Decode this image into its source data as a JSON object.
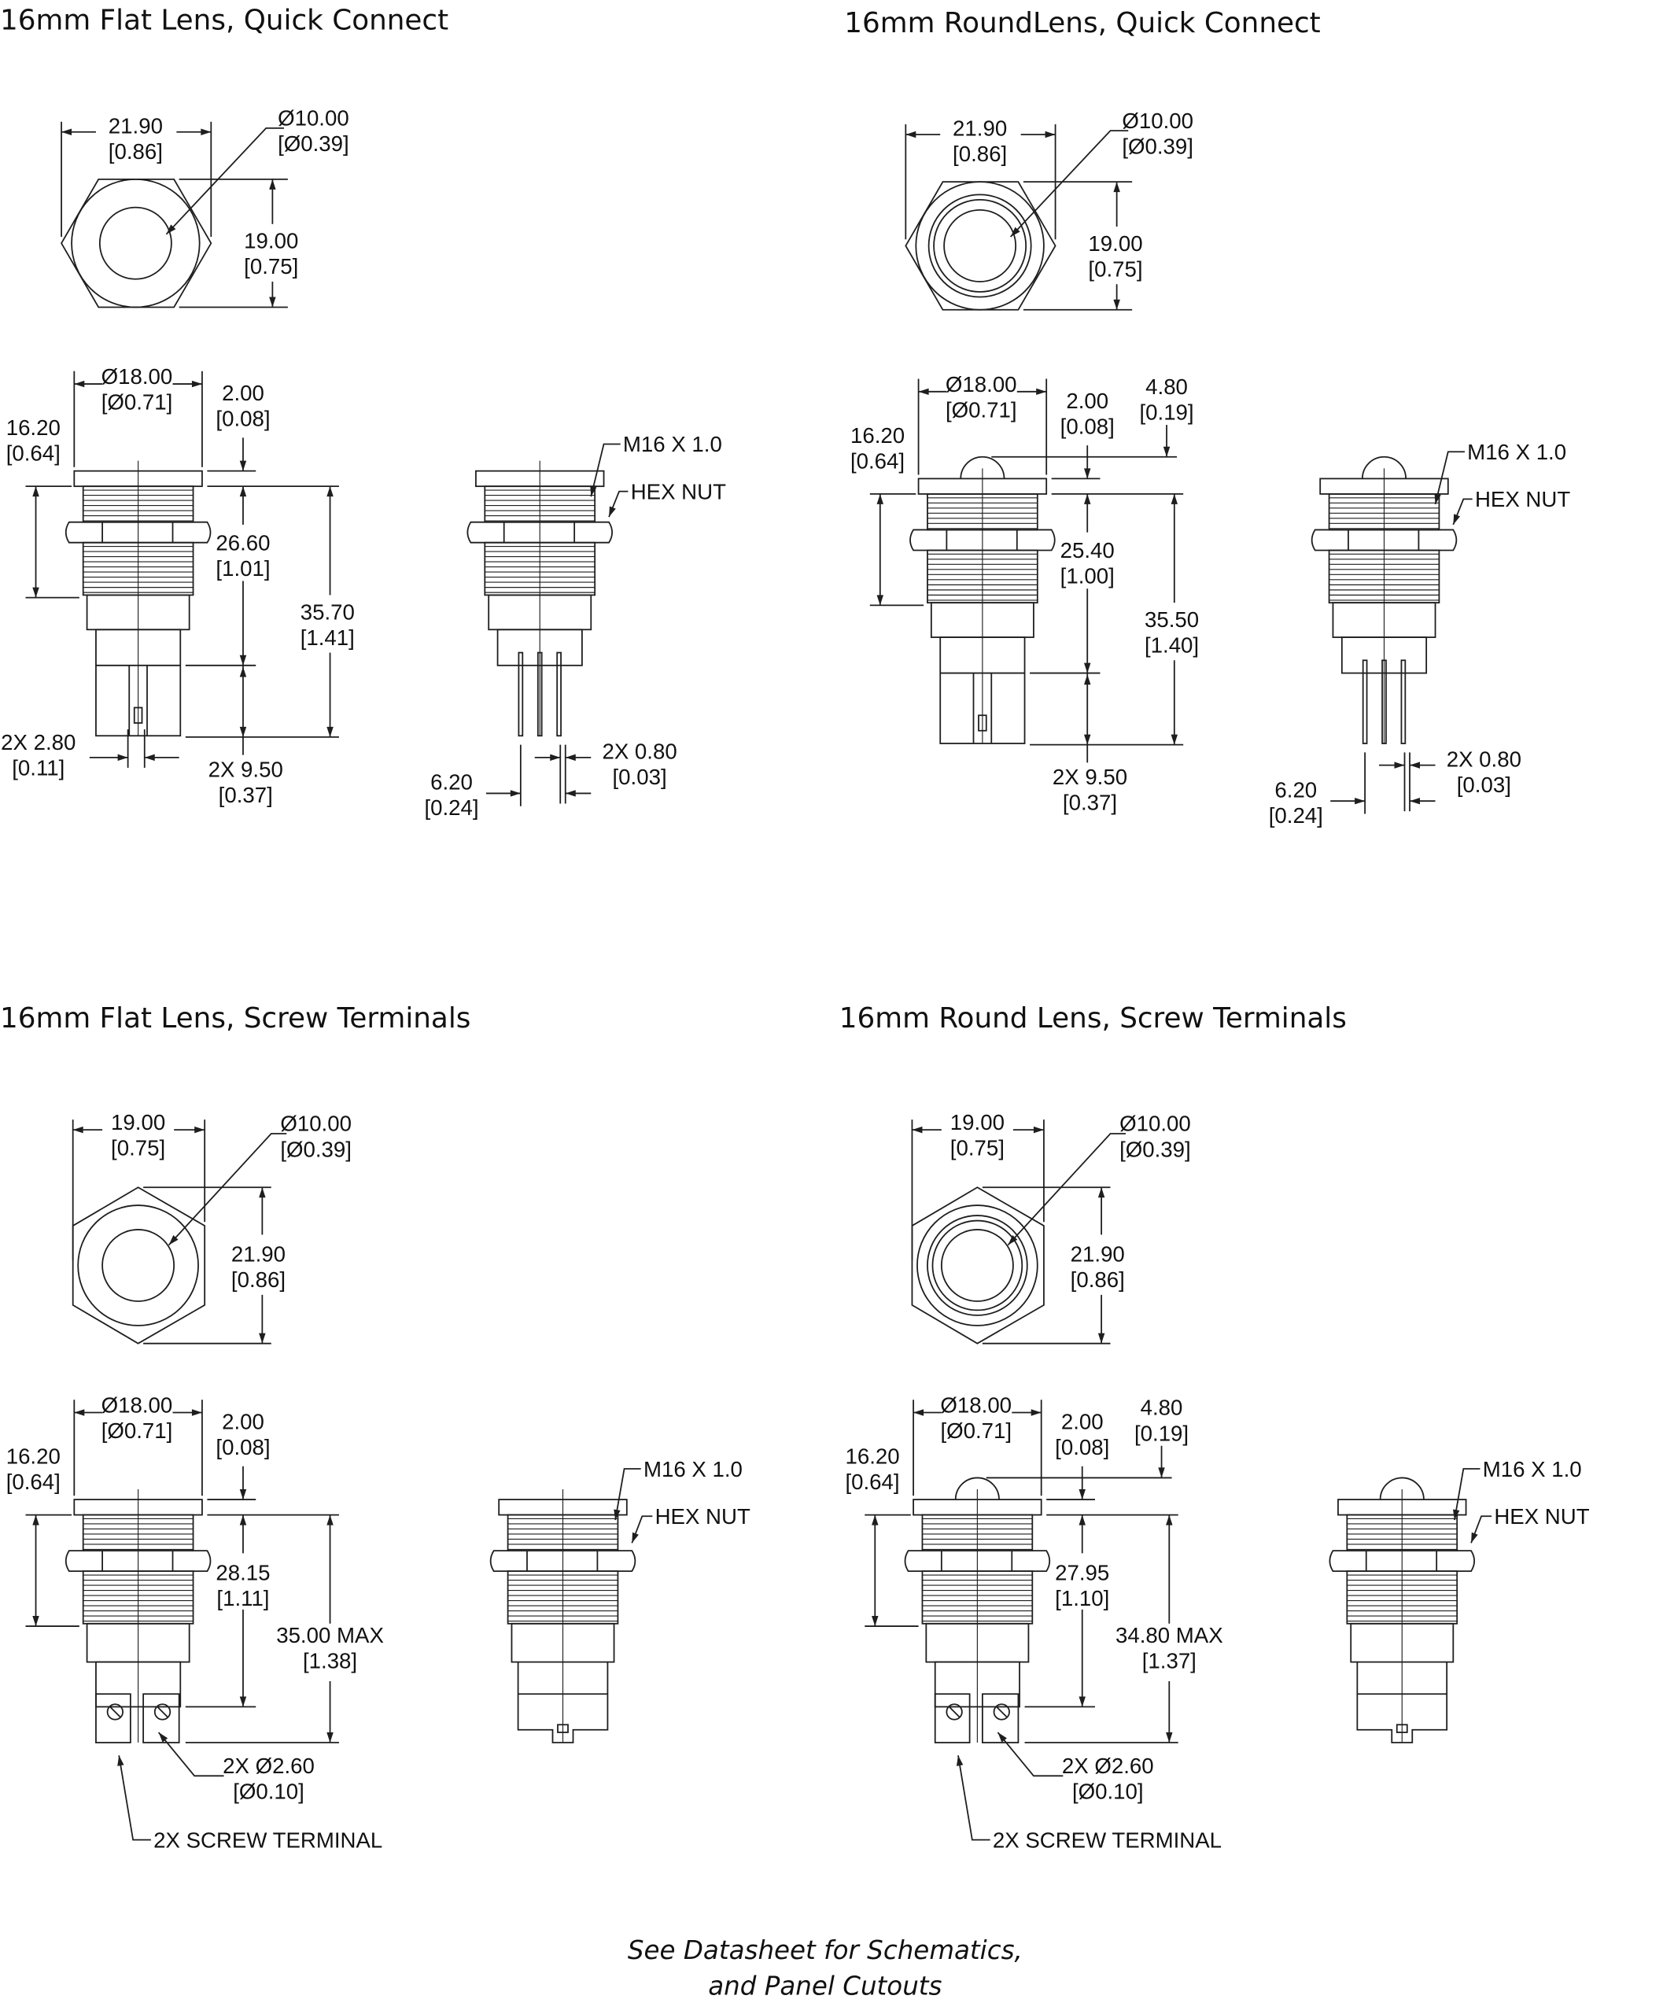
{
  "panels": [
    {
      "title": "16mm Flat Lens, Quick Connect",
      "labels": {
        "top_w": [
          "21.90",
          "[0.86]"
        ],
        "top_d": [
          "Ø10.00",
          "[Ø0.39]"
        ],
        "top_h": [
          "19.00",
          "[0.75]"
        ],
        "side_d": [
          "Ø18.00",
          "[Ø0.71]"
        ],
        "flange": [
          "2.00",
          "[0.08]"
        ],
        "thread_len": [
          "16.20",
          "[0.64]"
        ],
        "body": [
          "26.60",
          "[1.01]"
        ],
        "total": [
          "35.70",
          "[1.41]"
        ],
        "term_pitch": [
          "2X 9.50",
          "[0.37]"
        ],
        "term_w": [
          "2X 2.80",
          "[0.11]"
        ],
        "thread": [
          "M16 X 1.0"
        ],
        "hexnut": [
          "HEX NUT"
        ],
        "pin_w": [
          "2X 0.80",
          "[0.03]"
        ],
        "pin_space": [
          "6.20",
          "[0.24]"
        ]
      }
    },
    {
      "title": "16mm RoundLens, Quick Connect",
      "labels": {
        "top_w": [
          "21.90",
          "[0.86]"
        ],
        "top_d": [
          "Ø10.00",
          "[Ø0.39]"
        ],
        "top_h": [
          "19.00",
          "[0.75]"
        ],
        "side_d": [
          "Ø18.00",
          "[Ø0.71]"
        ],
        "flange": [
          "2.00",
          "[0.08]"
        ],
        "lens_h": [
          "4.80",
          "[0.19]"
        ],
        "thread_len": [
          "16.20",
          "[0.64]"
        ],
        "body": [
          "25.40",
          "[1.00]"
        ],
        "total": [
          "35.50",
          "[1.40]"
        ],
        "term_pitch": [
          "2X 9.50",
          "[0.37]"
        ],
        "thread": [
          "M16 X 1.0"
        ],
        "hexnut": [
          "HEX NUT"
        ],
        "pin_w": [
          "2X 0.80",
          "[0.03]"
        ],
        "pin_space": [
          "6.20",
          "[0.24]"
        ]
      }
    },
    {
      "title": "16mm Flat Lens, Screw Terminals",
      "labels": {
        "top_w": [
          "19.00",
          "[0.75]"
        ],
        "top_d": [
          "Ø10.00",
          "[Ø0.39]"
        ],
        "top_h": [
          "21.90",
          "[0.86]"
        ],
        "side_d": [
          "Ø18.00",
          "[Ø0.71]"
        ],
        "flange": [
          "2.00",
          "[0.08]"
        ],
        "thread_len": [
          "16.20",
          "[0.64]"
        ],
        "body": [
          "28.15",
          "[1.11]"
        ],
        "total": [
          "35.00 MAX",
          "[1.38]"
        ],
        "screw_d": [
          "2X Ø2.60",
          "[Ø0.10]"
        ],
        "screw_term": [
          "2X SCREW TERMINAL"
        ],
        "thread": [
          "M16 X 1.0"
        ],
        "hexnut": [
          "HEX NUT"
        ]
      }
    },
    {
      "title": "16mm Round Lens, Screw Terminals",
      "labels": {
        "top_w": [
          "19.00",
          "[0.75]"
        ],
        "top_d": [
          "Ø10.00",
          "[Ø0.39]"
        ],
        "top_h": [
          "21.90",
          "[0.86]"
        ],
        "side_d": [
          "Ø18.00",
          "[Ø0.71]"
        ],
        "flange": [
          "2.00",
          "[0.08]"
        ],
        "lens_h": [
          "4.80",
          "[0.19]"
        ],
        "thread_len": [
          "16.20",
          "[0.64]"
        ],
        "body": [
          "27.95",
          "[1.10]"
        ],
        "total": [
          "34.80 MAX",
          "[1.37]"
        ],
        "screw_d": [
          "2X Ø2.60",
          "[Ø0.10]"
        ],
        "screw_term": [
          "2X SCREW TERMINAL"
        ],
        "thread": [
          "M16 X 1.0"
        ],
        "hexnut": [
          "HEX NUT"
        ]
      }
    }
  ],
  "footer": [
    "See Datasheet for Schematics,",
    "and Panel Cutouts"
  ]
}
